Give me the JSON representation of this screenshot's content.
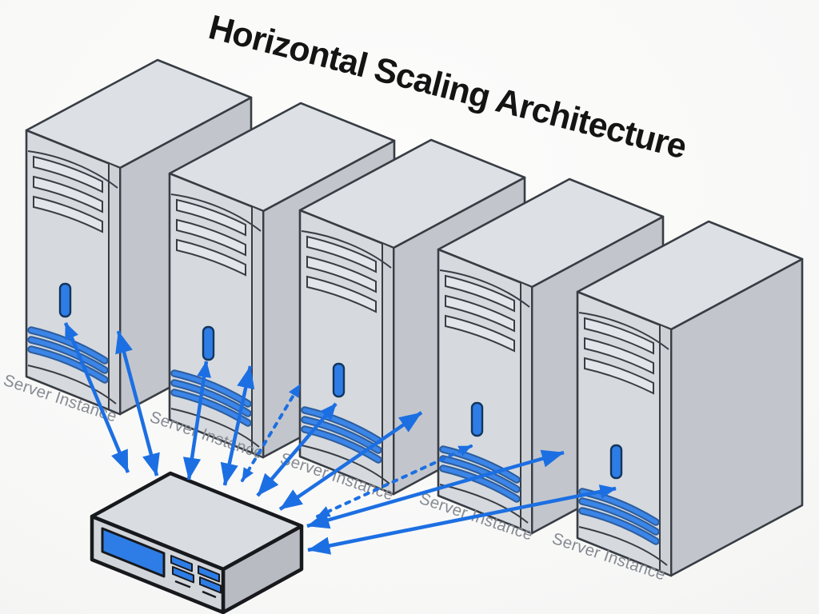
{
  "title": "Horizontal Scaling Architecture",
  "servers": [
    {
      "id": "server-1",
      "label": "Server Instance"
    },
    {
      "id": "server-2",
      "label": "Server Instance"
    },
    {
      "id": "server-3",
      "label": "Server Instance"
    },
    {
      "id": "server-4",
      "label": "Server Instance"
    },
    {
      "id": "server-5",
      "label": "Server Instance"
    }
  ],
  "load_balancer": {
    "id": "load-balancer",
    "icon": "load-balancer-appliance-icon"
  },
  "icons": {
    "server": "server-tower-icon",
    "load_balancer": "load-balancer-appliance-icon"
  },
  "connections": [
    {
      "from": "load-balancer",
      "to": "server-1",
      "style": "solid",
      "bidirectional": true
    },
    {
      "from": "load-balancer",
      "to": "server-1",
      "style": "solid",
      "bidirectional": true
    },
    {
      "from": "load-balancer",
      "to": "server-2",
      "style": "solid",
      "bidirectional": true
    },
    {
      "from": "load-balancer",
      "to": "server-2",
      "style": "solid",
      "bidirectional": true
    },
    {
      "from": "load-balancer",
      "to": "server-3",
      "style": "solid",
      "bidirectional": true
    },
    {
      "from": "load-balancer",
      "to": "server-3",
      "style": "solid",
      "bidirectional": true
    },
    {
      "from": "load-balancer",
      "to": "server-4",
      "style": "solid",
      "bidirectional": true
    },
    {
      "from": "load-balancer",
      "to": "server-5",
      "style": "solid",
      "bidirectional": true
    },
    {
      "from": "load-balancer",
      "to": "server-3",
      "style": "dashed",
      "bidirectional": true
    },
    {
      "from": "load-balancer",
      "to": "server-4",
      "style": "dashed",
      "bidirectional": true
    }
  ],
  "colors": {
    "arrow_blue": "#1c6fe2",
    "accent_blue": "#2e7de6",
    "server_front": "#d6d9de",
    "server_side": "#c2c6cc",
    "server_top": "#dde0e5",
    "outline_dark": "#383d44",
    "lb_outline": "#17191d",
    "label_gray": "#868b93",
    "title_color": "#141414",
    "background": "#f7f7f6"
  }
}
